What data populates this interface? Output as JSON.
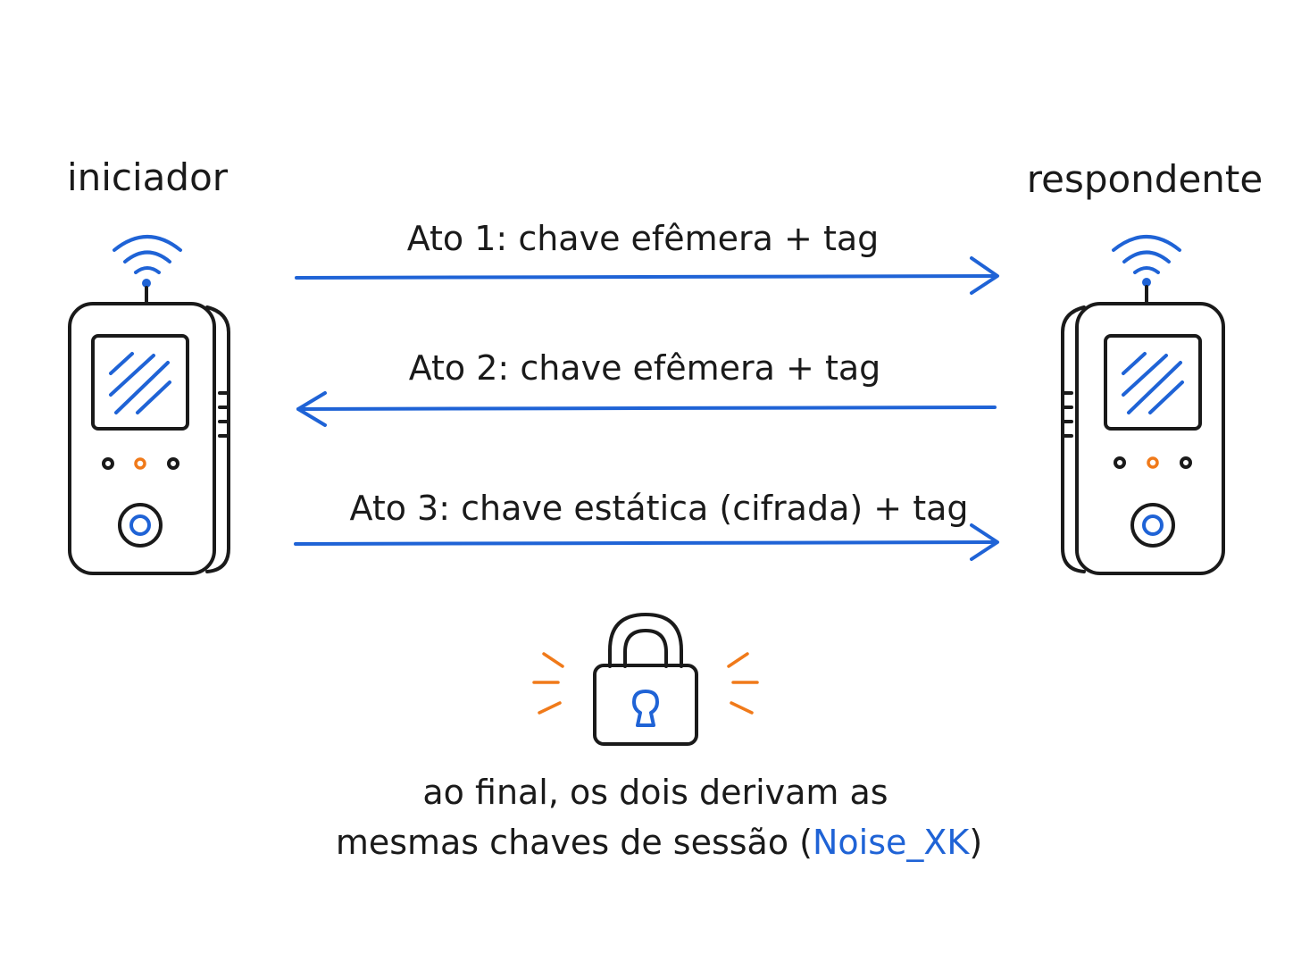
{
  "initiator": {
    "label": "iniciador"
  },
  "responder": {
    "label": "respondente"
  },
  "messages": [
    {
      "label": "Ato 1: chave efêmera + tag",
      "direction": "right"
    },
    {
      "label": "Ato 2: chave efêmera + tag",
      "direction": "left"
    },
    {
      "label": "Ato 3: chave estática (cifrada) + tag",
      "direction": "right"
    }
  ],
  "result": {
    "line1": "ao final, os dois derivam as",
    "line2_prefix": "mesmas chaves de sessão (",
    "line2_highlight": "Noise_XK",
    "line2_suffix": ")"
  },
  "colors": {
    "accent": "#1f63d6",
    "highlight": "#f07a1a",
    "ink": "#1a1a1a"
  },
  "icons": {
    "device": "handheld-device-icon",
    "signal": "wifi-signal-icon",
    "lock": "padlock-icon"
  }
}
